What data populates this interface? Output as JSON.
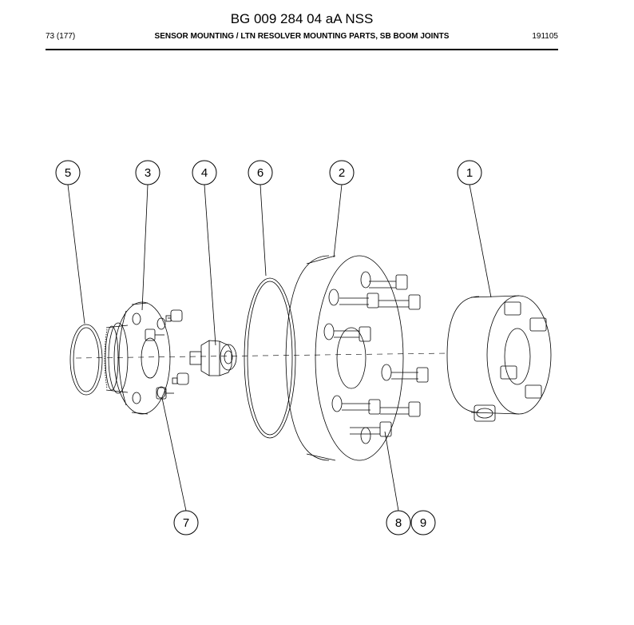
{
  "header": {
    "doc_title": "BG 009 284 04 aA NSS",
    "page": "73 (177)",
    "section_title": "SENSOR MOUNTING / LTN RESOLVER MOUNTING PARTS, SB BOOM JOINTS",
    "date_code": "191105"
  },
  "callouts": [
    {
      "id": "callout-5",
      "label": "5"
    },
    {
      "id": "callout-3",
      "label": "3"
    },
    {
      "id": "callout-4",
      "label": "4"
    },
    {
      "id": "callout-6",
      "label": "6"
    },
    {
      "id": "callout-2",
      "label": "2"
    },
    {
      "id": "callout-1",
      "label": "1"
    },
    {
      "id": "callout-7",
      "label": "7"
    },
    {
      "id": "callout-8",
      "label": "8"
    },
    {
      "id": "callout-9",
      "label": "9"
    }
  ]
}
